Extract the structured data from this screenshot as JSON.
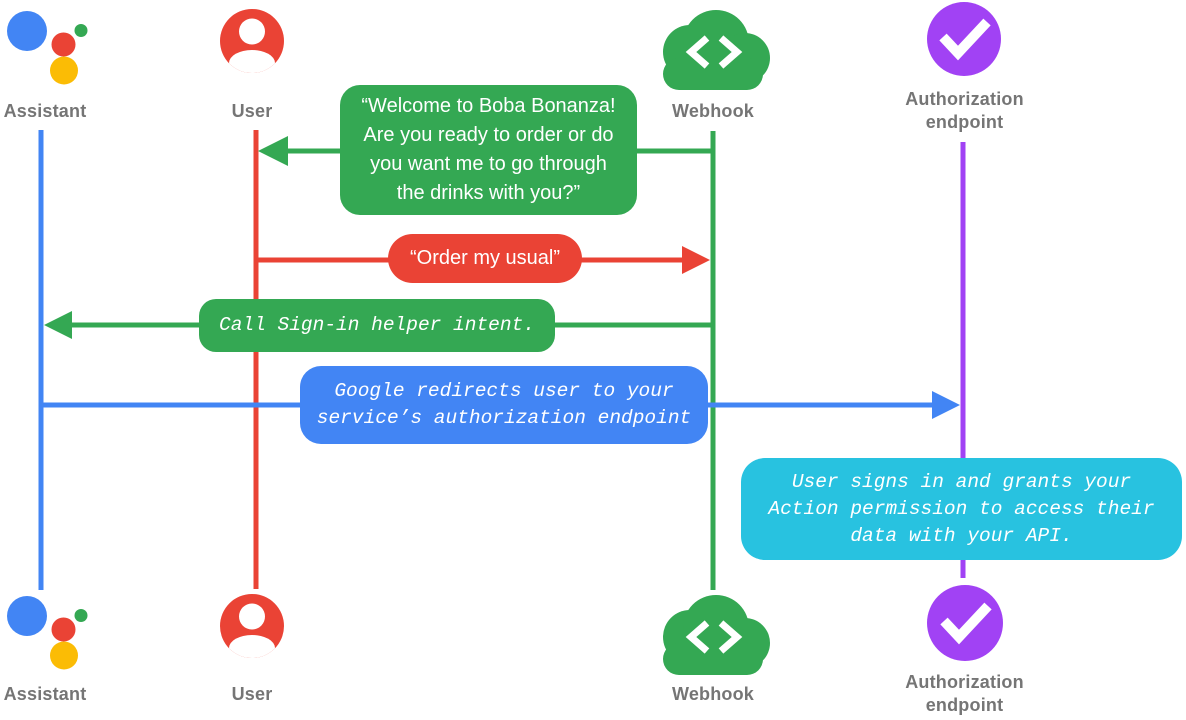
{
  "colors": {
    "background": "#FFFFFF",
    "blue": "#4285F4",
    "red": "#EA4335",
    "green": "#34A853",
    "yellow": "#FBBC05",
    "purple": "#A142F4",
    "cyan": "#28C2E0",
    "label_gray": "#757575",
    "message_text": "#FFFFFF"
  },
  "actors": {
    "assistant": {
      "label": "Assistant",
      "icon": "google-assistant-logo",
      "lifeline_color": "blue"
    },
    "user": {
      "label": "User",
      "icon": "person-circle",
      "lifeline_color": "red"
    },
    "webhook": {
      "label": "Webhook",
      "icon": "cloud-code",
      "lifeline_color": "green"
    },
    "authorization": {
      "label": "Authorization endpoint",
      "icon": "check-circle",
      "lifeline_color": "purple"
    }
  },
  "messages": {
    "welcome": {
      "text": "“Welcome to Boba Bonanza!\nAre you ready to order or do\nyou want me to go through\nthe drinks with you?”",
      "from": "webhook",
      "to": "user",
      "color": "green"
    },
    "order": {
      "text": "“Order my usual”",
      "from": "user",
      "to": "webhook",
      "color": "red"
    },
    "signin": {
      "text": "Call Sign-in helper intent.",
      "from": "webhook",
      "to": "assistant",
      "color": "green"
    },
    "redirect": {
      "text": "Google redirects user to your\nservice’s authorization endpoint",
      "from": "assistant",
      "to": "authorization",
      "color": "blue"
    },
    "grant": {
      "text": "User signs in and grants your\nAction permission to access their\ndata with your API.",
      "at": "authorization",
      "color": "cyan"
    }
  }
}
